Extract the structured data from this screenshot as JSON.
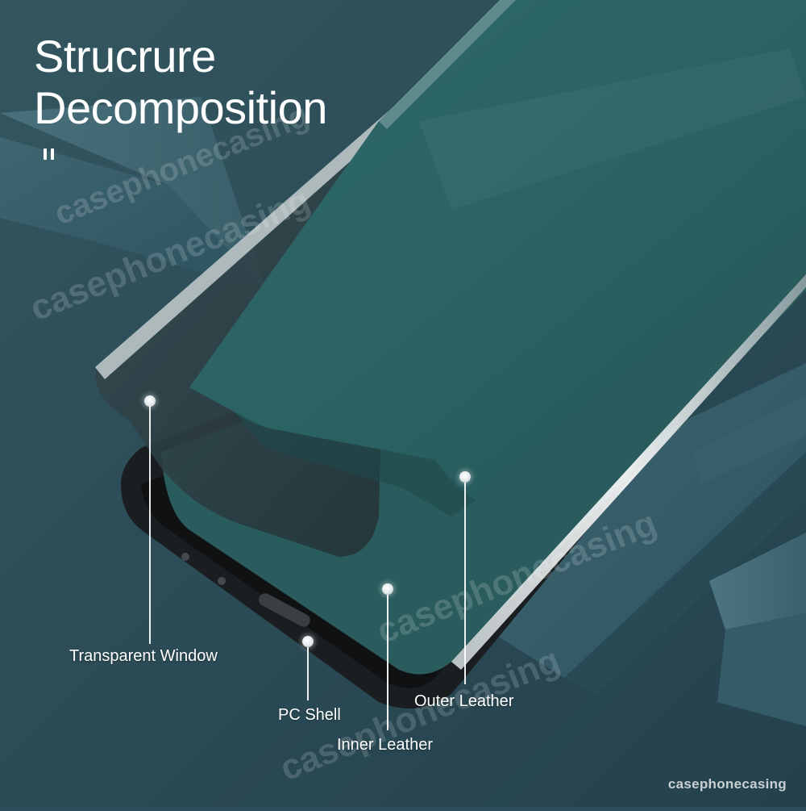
{
  "heading": {
    "line1": "Strucrure",
    "line2": "Decomposition"
  },
  "callouts": {
    "transparent_window": "Transparent Window",
    "pc_shell": "PC Shell",
    "outer_leather": "Outer Leather",
    "inner_leather": "Inner Leather"
  },
  "watermark": {
    "text": "casephonecasing",
    "corner_text": "casephonecasing"
  },
  "colors": {
    "background": "#2b4c58",
    "leather": "#2d6566",
    "shell": "#1c1f21",
    "label_text": "#ffffff"
  }
}
